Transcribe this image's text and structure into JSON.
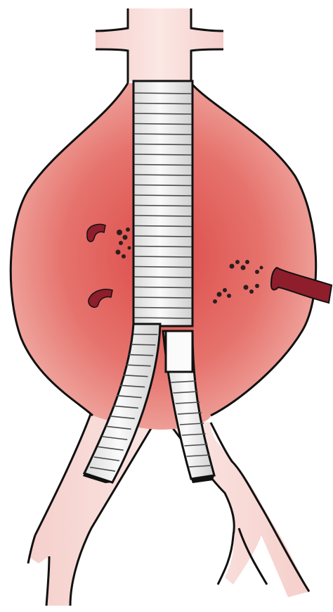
{
  "diagram": {
    "subject": "",
    "colors": {
      "vessel_light": "#f7d9d6",
      "sac_center": "#e2524f",
      "sac_edge": "#f2b9b3",
      "graft_fill": "#f2f2f2",
      "graft_ring": "#4a4a4a",
      "branch_vessel": "#8e1e2c",
      "debris": "#3b2a2a",
      "outline": "#111111"
    },
    "icons": [
      "aneurysm-sac",
      "stent-graft",
      "iliac-limb",
      "lumbar-artery",
      "inferior-mesenteric-artery",
      "thrombus-debris"
    ]
  }
}
